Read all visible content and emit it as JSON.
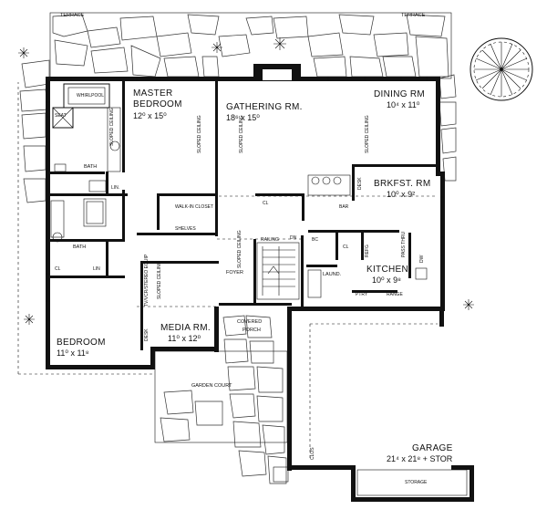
{
  "labels": {
    "terrace_left": "TERRACE",
    "terrace_right": "TERRACE",
    "whirlpool": "WHIRLPOOL",
    "seat": "SEAT",
    "master_bedroom_l1": "MASTER",
    "master_bedroom_l2": "BEDROOM",
    "master_bedroom_dim": "12⁰ x 15⁰",
    "gathering_rm": "GATHERING RM.",
    "gathering_rm_dim": "18⁶ x 15⁰",
    "dining_rm": "DINING RM",
    "dining_rm_dim": "10⁴ x 11⁰",
    "sloped_ceiling": "SLOPED CEILING",
    "bath_upper": "BATH",
    "lin_upper": "LIN.",
    "walk_in_closet": "WALK-IN CLOSET",
    "shelves": "SHELVES",
    "cl_center": "CL",
    "brkfst_rm": "BRKFST. RM",
    "brkfst_rm_dim": "10⁰ x 9²",
    "desk_upper": "DESK",
    "bar": "BAR",
    "bath_lower": "BATH",
    "cl_lower_left": "CL",
    "lin_lower": "LIN",
    "railing": "RAILING",
    "dn": "DN",
    "bc": "BC",
    "cl_kitchen": "CL",
    "refg": "REFG",
    "pass_thru": "PASS THRU",
    "dw": "DW",
    "foyer": "FOYER",
    "laund": "LAUND.",
    "kitchen": "KITCHEN",
    "kitchen_dim": "10⁰ x 9⁸",
    "ptry": "PTRY",
    "range": "RANGE",
    "tv_stereo": "TV/VCR/STEREO EQUIP",
    "desk_media": "DESK",
    "media_rm": "MEDIA RM.",
    "media_rm_dim": "11⁰ x 12⁰",
    "covered_porch_l1": "COVERED",
    "covered_porch_l2": "PORCH",
    "bedroom": "BEDROOM",
    "bedroom_dim": "11⁰ x 11⁸",
    "garden_court": "GARDEN COURT",
    "garage": "GARAGE",
    "garage_dim": "21⁴ x 21⁸ + STOR",
    "clos": "CLOS",
    "storage": "STORAGE"
  }
}
